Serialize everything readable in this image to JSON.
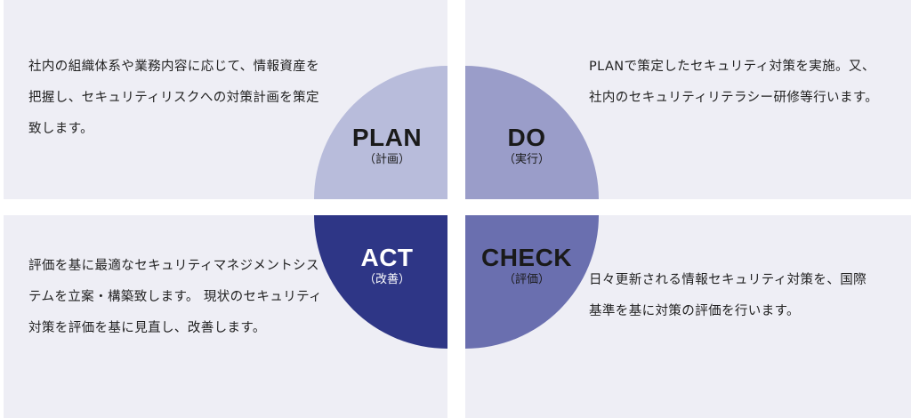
{
  "plan": {
    "title": "PLAN",
    "subtitle": "（計画）",
    "description": "社内の組織体系や業務内容に応じて、情報資産を把握し、セキュリティリスクへの対策計画を策定致します。"
  },
  "do": {
    "title": "DO",
    "subtitle": "（実行）",
    "description": "PLANで策定したセキュリティ対策を実施。又、社内のセキュリティリテラシー研修等行います。"
  },
  "act": {
    "title": "ACT",
    "subtitle": "（改善）",
    "description": "評価を基に最適なセキュリティマネジメントシステムを立案・構築致します。 現状のセキュリティ対策を評価を基に見直し、改善します。"
  },
  "check": {
    "title": "CHECK",
    "subtitle": "（評価）",
    "description": "日々更新される情報セキュリティ対策を、国際基準を基に対策の評価を行います。"
  },
  "colors": {
    "panel_bg": "#eeeef5",
    "plan": "#b8bcdb",
    "do": "#9a9dc9",
    "act": "#2e3686",
    "check": "#6a6faf"
  }
}
